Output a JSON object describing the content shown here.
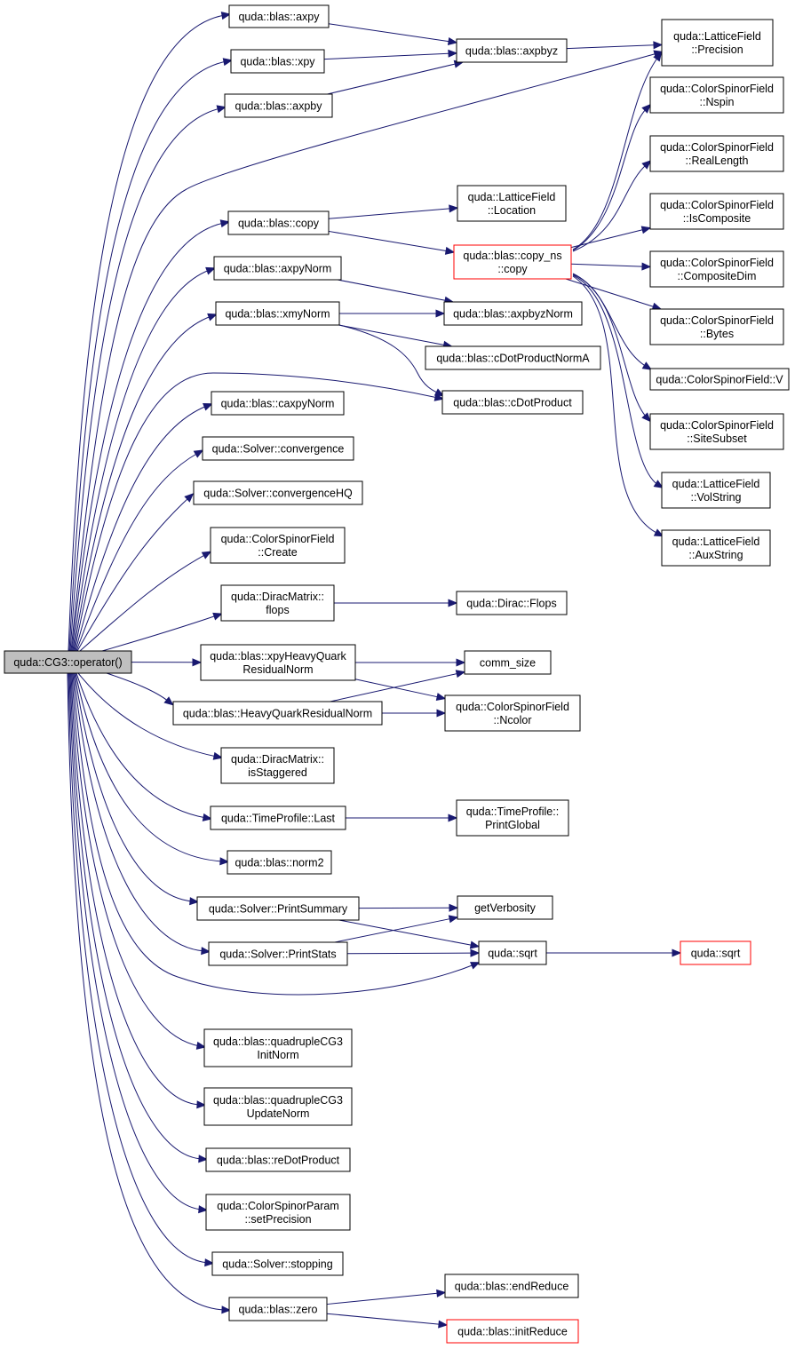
{
  "colors": {
    "edge": "#191970",
    "root_fill": "#bfbfbf",
    "node_fill": "#ffffff",
    "node_border": "#000000",
    "truncated_border": "#ff0000"
  },
  "nodes": [
    {
      "id": "root",
      "lines": [
        "quda::CG3::operator()"
      ],
      "style": "root"
    },
    {
      "id": "axpy",
      "lines": [
        "quda::blas::axpy"
      ]
    },
    {
      "id": "xpy",
      "lines": [
        "quda::blas::xpy"
      ]
    },
    {
      "id": "axpby",
      "lines": [
        "quda::blas::axpby"
      ]
    },
    {
      "id": "axpbyz",
      "lines": [
        "quda::blas::axpbyz"
      ]
    },
    {
      "id": "precision",
      "lines": [
        "quda::LatticeField",
        "::Precision"
      ]
    },
    {
      "id": "nspin",
      "lines": [
        "quda::ColorSpinorField",
        "::Nspin"
      ]
    },
    {
      "id": "reallength",
      "lines": [
        "quda::ColorSpinorField",
        "::RealLength"
      ]
    },
    {
      "id": "iscomposite",
      "lines": [
        "quda::ColorSpinorField",
        "::IsComposite"
      ]
    },
    {
      "id": "compositedim",
      "lines": [
        "quda::ColorSpinorField",
        "::CompositeDim"
      ]
    },
    {
      "id": "bytes",
      "lines": [
        "quda::ColorSpinorField",
        "::Bytes"
      ]
    },
    {
      "id": "csfv",
      "lines": [
        "quda::ColorSpinorField::V"
      ]
    },
    {
      "id": "sitesubset",
      "lines": [
        "quda::ColorSpinorField",
        "::SiteSubset"
      ]
    },
    {
      "id": "volstring",
      "lines": [
        "quda::LatticeField",
        "::VolString"
      ]
    },
    {
      "id": "auxstring",
      "lines": [
        "quda::LatticeField",
        "::AuxString"
      ]
    },
    {
      "id": "copy",
      "lines": [
        "quda::blas::copy"
      ]
    },
    {
      "id": "location",
      "lines": [
        "quda::LatticeField",
        "::Location"
      ]
    },
    {
      "id": "copyns",
      "lines": [
        "quda::blas::copy_ns",
        "::copy"
      ],
      "style": "red"
    },
    {
      "id": "axpynorm",
      "lines": [
        "quda::blas::axpyNorm"
      ]
    },
    {
      "id": "xmynorm",
      "lines": [
        "quda::blas::xmyNorm"
      ]
    },
    {
      "id": "axpbyznorm",
      "lines": [
        "quda::blas::axpbyzNorm"
      ]
    },
    {
      "id": "cdotnorma",
      "lines": [
        "quda::blas::cDotProductNormA"
      ]
    },
    {
      "id": "cdot",
      "lines": [
        "quda::blas::cDotProduct"
      ]
    },
    {
      "id": "caxpynorm",
      "lines": [
        "quda::blas::caxpyNorm"
      ]
    },
    {
      "id": "convergence",
      "lines": [
        "quda::Solver::convergence"
      ]
    },
    {
      "id": "convergencehq",
      "lines": [
        "quda::Solver::convergenceHQ"
      ]
    },
    {
      "id": "create",
      "lines": [
        "quda::ColorSpinorField",
        "::Create"
      ]
    },
    {
      "id": "dmflops",
      "lines": [
        "quda::DiracMatrix::",
        "flops"
      ]
    },
    {
      "id": "diracflops",
      "lines": [
        "quda::Dirac::Flops"
      ]
    },
    {
      "id": "xpyhq",
      "lines": [
        "quda::blas::xpyHeavyQuark",
        "ResidualNorm"
      ]
    },
    {
      "id": "commsize",
      "lines": [
        "comm_size"
      ]
    },
    {
      "id": "hqnorm",
      "lines": [
        "quda::blas::HeavyQuarkResidualNorm"
      ]
    },
    {
      "id": "ncolor",
      "lines": [
        "quda::ColorSpinorField",
        "::Ncolor"
      ]
    },
    {
      "id": "isstaggered",
      "lines": [
        "quda::DiracMatrix::",
        "isStaggered"
      ]
    },
    {
      "id": "tplast",
      "lines": [
        "quda::TimeProfile::Last"
      ]
    },
    {
      "id": "printglobal",
      "lines": [
        "quda::TimeProfile::",
        "PrintGlobal"
      ]
    },
    {
      "id": "norm2",
      "lines": [
        "quda::blas::norm2"
      ]
    },
    {
      "id": "printsummary",
      "lines": [
        "quda::Solver::PrintSummary"
      ]
    },
    {
      "id": "getverbosity",
      "lines": [
        "getVerbosity"
      ]
    },
    {
      "id": "printstats",
      "lines": [
        "quda::Solver::PrintStats"
      ]
    },
    {
      "id": "sqrt1",
      "lines": [
        "quda::sqrt"
      ]
    },
    {
      "id": "sqrt2",
      "lines": [
        "quda::sqrt"
      ],
      "style": "red"
    },
    {
      "id": "qcg3init",
      "lines": [
        "quda::blas::quadrupleCG3",
        "InitNorm"
      ]
    },
    {
      "id": "qcg3update",
      "lines": [
        "quda::blas::quadrupleCG3",
        "UpdateNorm"
      ]
    },
    {
      "id": "redot",
      "lines": [
        "quda::blas::reDotProduct"
      ]
    },
    {
      "id": "setprecision",
      "lines": [
        "quda::ColorSpinorParam",
        "::setPrecision"
      ]
    },
    {
      "id": "stopping",
      "lines": [
        "quda::Solver::stopping"
      ]
    },
    {
      "id": "zero",
      "lines": [
        "quda::blas::zero"
      ]
    },
    {
      "id": "endreduce",
      "lines": [
        "quda::blas::endReduce"
      ]
    },
    {
      "id": "initreduce",
      "lines": [
        "quda::blas::initReduce"
      ],
      "style": "red"
    }
  ],
  "edges": [
    [
      "root",
      "axpy"
    ],
    [
      "root",
      "xpy"
    ],
    [
      "root",
      "axpby"
    ],
    [
      "root",
      "precision"
    ],
    [
      "root",
      "copy"
    ],
    [
      "root",
      "axpynorm"
    ],
    [
      "root",
      "xmynorm"
    ],
    [
      "root",
      "cdot"
    ],
    [
      "root",
      "caxpynorm"
    ],
    [
      "root",
      "convergence"
    ],
    [
      "root",
      "convergencehq"
    ],
    [
      "root",
      "create"
    ],
    [
      "root",
      "dmflops"
    ],
    [
      "root",
      "xpyhq"
    ],
    [
      "root",
      "hqnorm"
    ],
    [
      "root",
      "isstaggered"
    ],
    [
      "root",
      "tplast"
    ],
    [
      "root",
      "norm2"
    ],
    [
      "root",
      "printsummary"
    ],
    [
      "root",
      "printstats"
    ],
    [
      "root",
      "sqrt1"
    ],
    [
      "root",
      "qcg3init"
    ],
    [
      "root",
      "qcg3update"
    ],
    [
      "root",
      "redot"
    ],
    [
      "root",
      "setprecision"
    ],
    [
      "root",
      "stopping"
    ],
    [
      "root",
      "zero"
    ],
    [
      "axpy",
      "axpbyz"
    ],
    [
      "xpy",
      "axpbyz"
    ],
    [
      "axpby",
      "axpbyz"
    ],
    [
      "axpbyz",
      "precision"
    ],
    [
      "copy",
      "location"
    ],
    [
      "copy",
      "copyns"
    ],
    [
      "copyns",
      "precision"
    ],
    [
      "copyns",
      "nspin"
    ],
    [
      "copyns",
      "reallength"
    ],
    [
      "copyns",
      "iscomposite"
    ],
    [
      "copyns",
      "compositedim"
    ],
    [
      "copyns",
      "bytes"
    ],
    [
      "copyns",
      "csfv"
    ],
    [
      "copyns",
      "sitesubset"
    ],
    [
      "copyns",
      "volstring"
    ],
    [
      "copyns",
      "auxstring"
    ],
    [
      "axpynorm",
      "axpbyznorm"
    ],
    [
      "xmynorm",
      "axpbyznorm"
    ],
    [
      "xmynorm",
      "cdotnorma"
    ],
    [
      "xmynorm",
      "cdot"
    ],
    [
      "dmflops",
      "diracflops"
    ],
    [
      "xpyhq",
      "commsize"
    ],
    [
      "xpyhq",
      "ncolor"
    ],
    [
      "hqnorm",
      "commsize"
    ],
    [
      "hqnorm",
      "ncolor"
    ],
    [
      "tplast",
      "printglobal"
    ],
    [
      "printsummary",
      "getverbosity"
    ],
    [
      "printsummary",
      "sqrt1"
    ],
    [
      "printstats",
      "getverbosity"
    ],
    [
      "printstats",
      "sqrt1"
    ],
    [
      "sqrt1",
      "sqrt2"
    ],
    [
      "zero",
      "endreduce"
    ],
    [
      "zero",
      "initreduce"
    ]
  ]
}
